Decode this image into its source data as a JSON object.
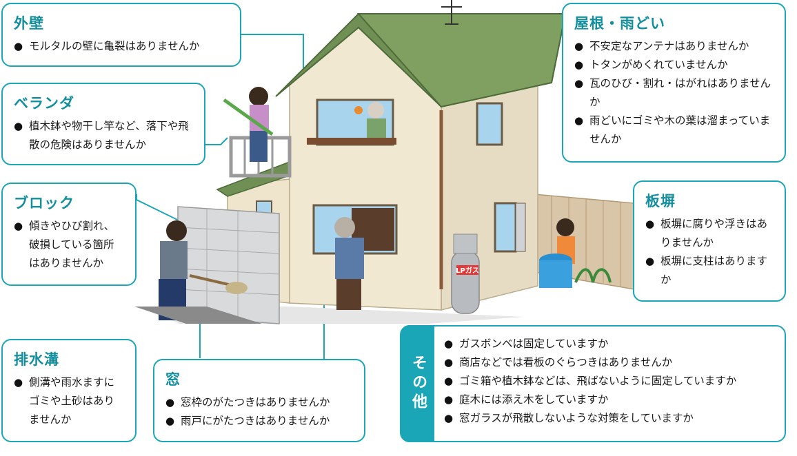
{
  "colors": {
    "accent": "#1aa6b7",
    "heading": "#138e9e"
  },
  "callouts": {
    "gaiheki": {
      "title": "外壁",
      "items": [
        "モルタルの壁に亀裂はありませんか"
      ]
    },
    "veranda": {
      "title": "ベランダ",
      "items": [
        "植木鉢や物干し竿など、落下や飛散の危険はありませんか"
      ]
    },
    "block": {
      "title": "ブロック",
      "items": [
        "傾きやひび割れ、破損している箇所はありませんか"
      ]
    },
    "haisuikou": {
      "title": "排水溝",
      "items": [
        "側溝や雨水ますにゴミや土砂はありませんか"
      ]
    },
    "mado": {
      "title": "窓",
      "items": [
        "窓枠のがたつきはありませんか",
        "雨戸にがたつきはありませんか"
      ]
    },
    "yane": {
      "title": "屋根・雨どい",
      "items": [
        "不安定なアンテナはありませんか",
        "トタンがめくれていませんか",
        "瓦のひび・割れ・はがれはありませんか",
        "雨どいにゴミや木の葉は溜まっていませんか"
      ]
    },
    "itabei": {
      "title": "板塀",
      "items": [
        "板塀に腐りや浮きはありませんか",
        "板塀に支柱はありますか"
      ]
    },
    "sonota": {
      "title": "その他",
      "items": [
        "ガスボンベは固定していますか",
        "商店などでは看板のぐらつきはありませんか",
        "ゴミ箱や植木鉢などは、飛ばないように固定していますか",
        "庭木には添え木をしていますか",
        "窓ガラスが飛散しないような対策をしていますか"
      ]
    }
  },
  "gas_label": "LPガス"
}
